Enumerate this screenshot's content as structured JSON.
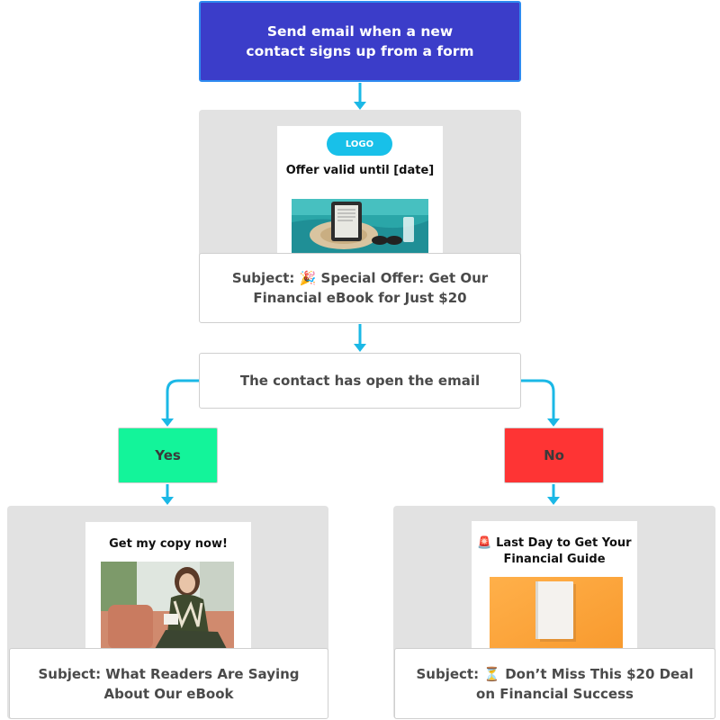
{
  "trigger": {
    "label": "Send email when a new contact signs up from a form"
  },
  "email_main": {
    "preview": {
      "logo_label": "LOGO",
      "headline": "Offer valid until [date]"
    },
    "subject": "Subject: 🎉 Special Offer: Get Our Financial eBook for Just $20"
  },
  "condition": {
    "label": "The contact has open the email"
  },
  "branches": {
    "yes_label": "Yes",
    "no_label": "No"
  },
  "email_yes": {
    "preview": {
      "headline": "Get my copy now!"
    },
    "subject": "Subject: What Readers Are Saying About Our eBook"
  },
  "email_no": {
    "preview": {
      "headline": "🚨 Last Day to Get Your Financial Guide"
    },
    "subject": "Subject: ⏳ Don’t Miss This $20 Deal on Financial Success"
  },
  "colors": {
    "trigger_bg": "#3b3dc9",
    "connector": "#1bb8e6",
    "yes": "#13f49a",
    "no": "#fe3434",
    "group_bg": "#e2e2e2",
    "logo_pill": "#18c0e9"
  }
}
